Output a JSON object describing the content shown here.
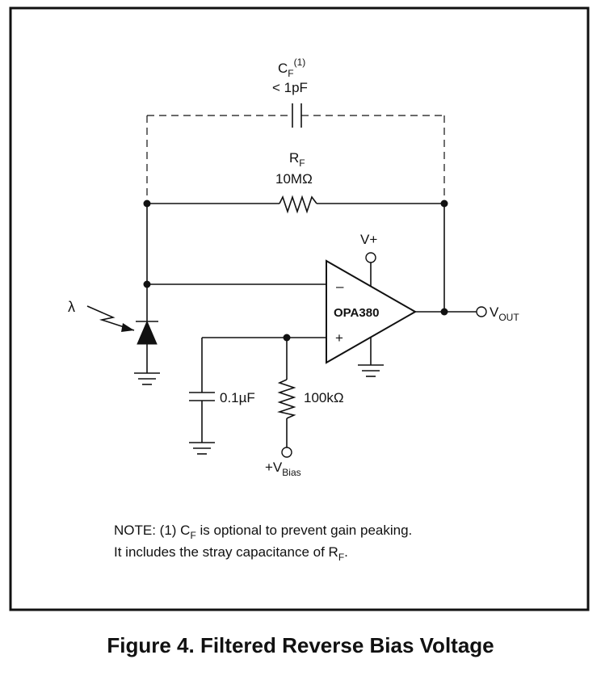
{
  "cf": {
    "name": "C",
    "sub": "F",
    "sup": "(1)",
    "value": "< 1pF"
  },
  "rf": {
    "name": "R",
    "sub": "F",
    "value": "10MΩ"
  },
  "opamp": {
    "label": "OPA380",
    "minus": "–",
    "plus": "+",
    "supply": "V+"
  },
  "output": {
    "name": "V",
    "sub": "OUT"
  },
  "light": {
    "symbol": "λ"
  },
  "bias_cap": {
    "value": "0.1µF"
  },
  "bias_res": {
    "value": "100kΩ"
  },
  "bias": {
    "prefix": "+V",
    "sub": "Bias"
  },
  "note": {
    "line1_a": "NOTE:  (1) C",
    "line1_sub": "F",
    "line1_b": " is optional to prevent gain peaking.",
    "line2_a": "It includes the stray capacitance of R",
    "line2_sub": "F",
    "line2_b": "."
  },
  "caption": "Figure 4. Filtered Reverse Bias Voltage"
}
